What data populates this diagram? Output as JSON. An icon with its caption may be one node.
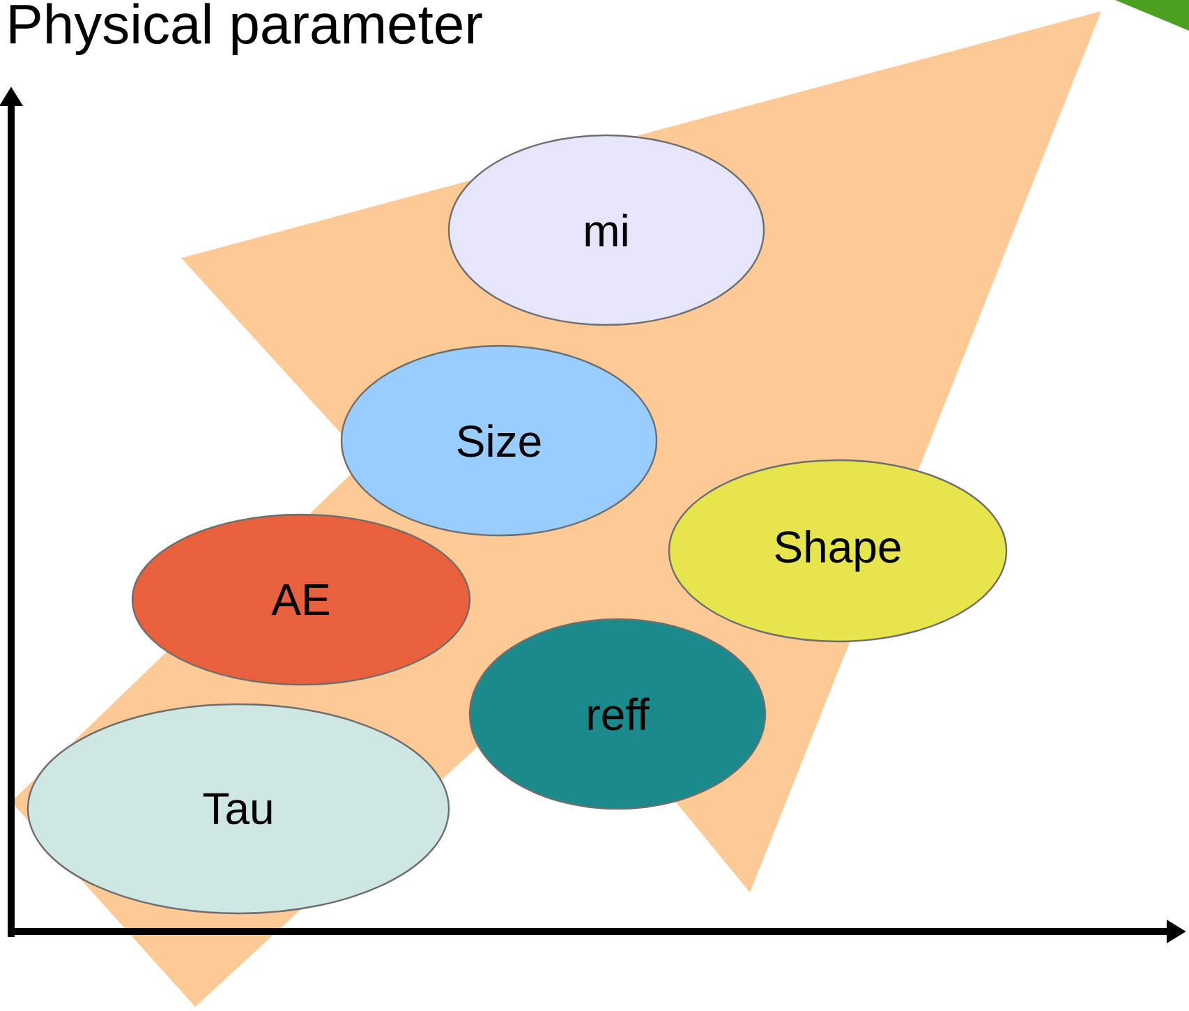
{
  "diagram": {
    "title": "Physical parameter",
    "nodes": [
      {
        "text": [
          "mi"
        ]
      },
      {
        "text": [
          "Size"
        ]
      },
      {
        "text": [
          "Shape"
        ]
      },
      {
        "text": [
          "AE"
        ]
      },
      {
        "text": [
          "reff"
        ]
      },
      {
        "text": [
          "Tau"
        ]
      }
    ]
  }
}
